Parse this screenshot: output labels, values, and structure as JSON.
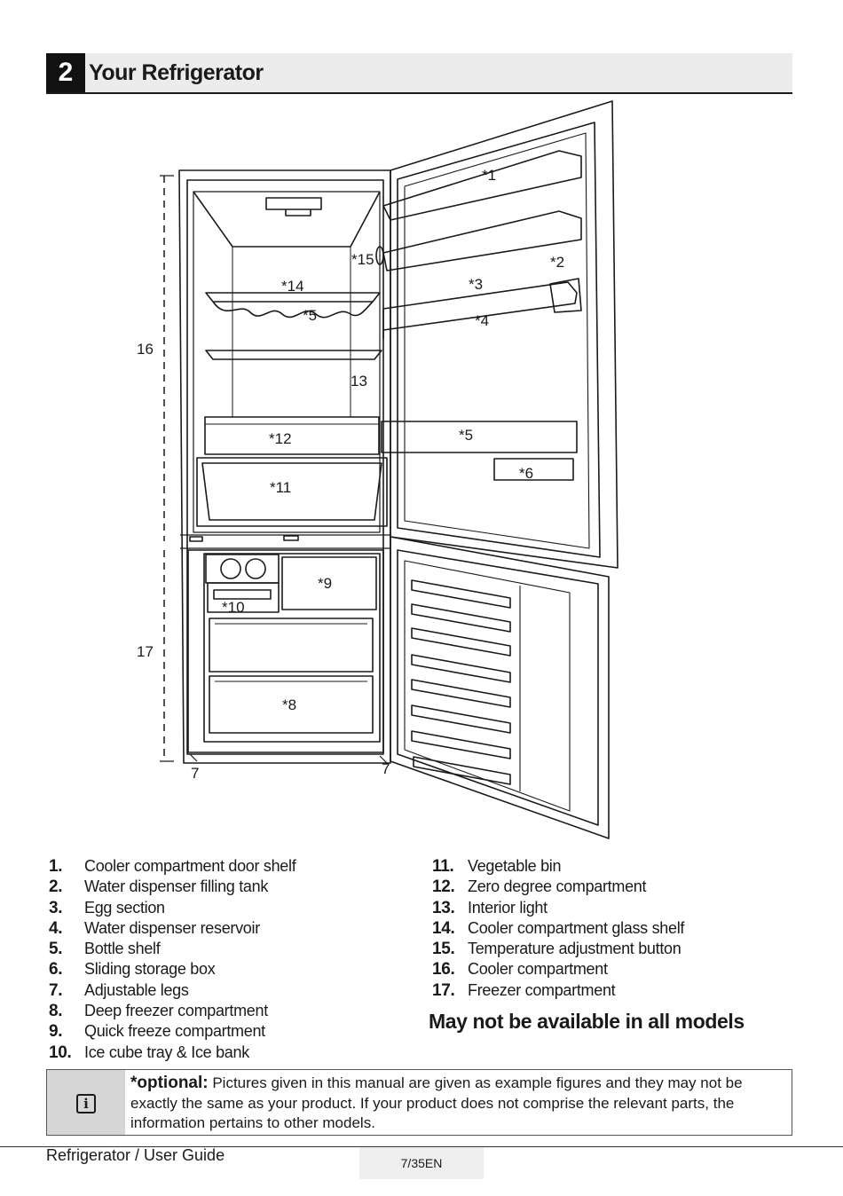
{
  "header": {
    "chapter_number": "2",
    "chapter_title": "Your Refrigerator"
  },
  "diagram": {
    "callouts": {
      "c1": "*1",
      "c2": "*2",
      "c3": "*3",
      "c4": "*4",
      "c5a": "*5",
      "c5b": "*5",
      "c6": "*6",
      "c7a": "7",
      "c7b": "7",
      "c8": "*8",
      "c9": "*9",
      "c10": "*10",
      "c11": "*11",
      "c12": "*12",
      "c13": "13",
      "c14": "*14",
      "c15": "*15",
      "c16": "16",
      "c17": "17"
    }
  },
  "parts_left": [
    {
      "num": "1.",
      "label": "Cooler compartment door shelf"
    },
    {
      "num": "2.",
      "label": "Water dispenser filling tank"
    },
    {
      "num": "3.",
      "label": "Egg section"
    },
    {
      "num": "4.",
      "label": "Water dispenser reservoir"
    },
    {
      "num": "5.",
      "label": "Bottle shelf"
    },
    {
      "num": "6.",
      "label": "Sliding storage box"
    },
    {
      "num": "7.",
      "label": "Adjustable legs"
    },
    {
      "num": "8.",
      "label": "Deep freezer compartment"
    },
    {
      "num": "9.",
      "label": "Quick freeze compartment"
    },
    {
      "num": "10.",
      "label": "Ice cube tray & Ice bank"
    }
  ],
  "parts_right": [
    {
      "num": "11.",
      "label": "Vegetable bin"
    },
    {
      "num": "12.",
      "label": "Zero degree compartment"
    },
    {
      "num": "13.",
      "label": "Interior light"
    },
    {
      "num": "14.",
      "label": "Cooler compartment glass shelf"
    },
    {
      "num": "15.",
      "label": "Temperature adjustment button"
    },
    {
      "num": "16.",
      "label": "Cooler compartment"
    },
    {
      "num": "17.",
      "label": "Freezer compartment"
    }
  ],
  "availability_note": "May not be available in all models",
  "info_box": {
    "icon": "info-icon",
    "lead": "*optional:",
    "text": " Pictures given in this manual are given as example figures and they may not be exactly the same as your product. If your product does not comprise the relevant parts, the information pertains to other models."
  },
  "footer": {
    "title": "Refrigerator / User Guide",
    "page": "7/35EN"
  }
}
